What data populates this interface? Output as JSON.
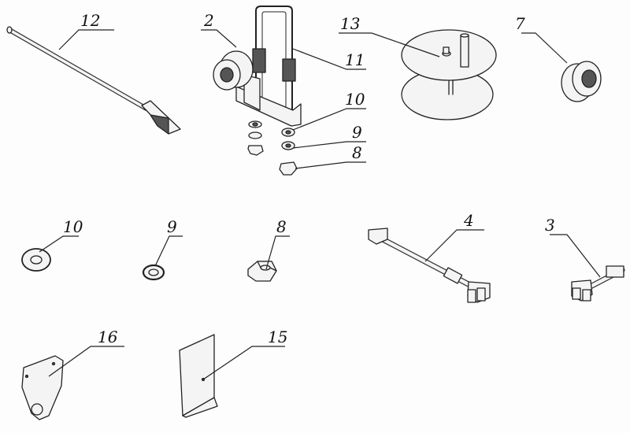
{
  "figure": {
    "labels": {
      "p12": "12",
      "p2": "2",
      "p11": "11",
      "p13": "13",
      "p7": "7",
      "p10_top": "10",
      "p9_top": "9",
      "p8_top": "8",
      "p10": "10",
      "p9": "9",
      "p8": "8",
      "p4": "4",
      "p3": "3",
      "p16": "16",
      "p15": "15"
    }
  }
}
